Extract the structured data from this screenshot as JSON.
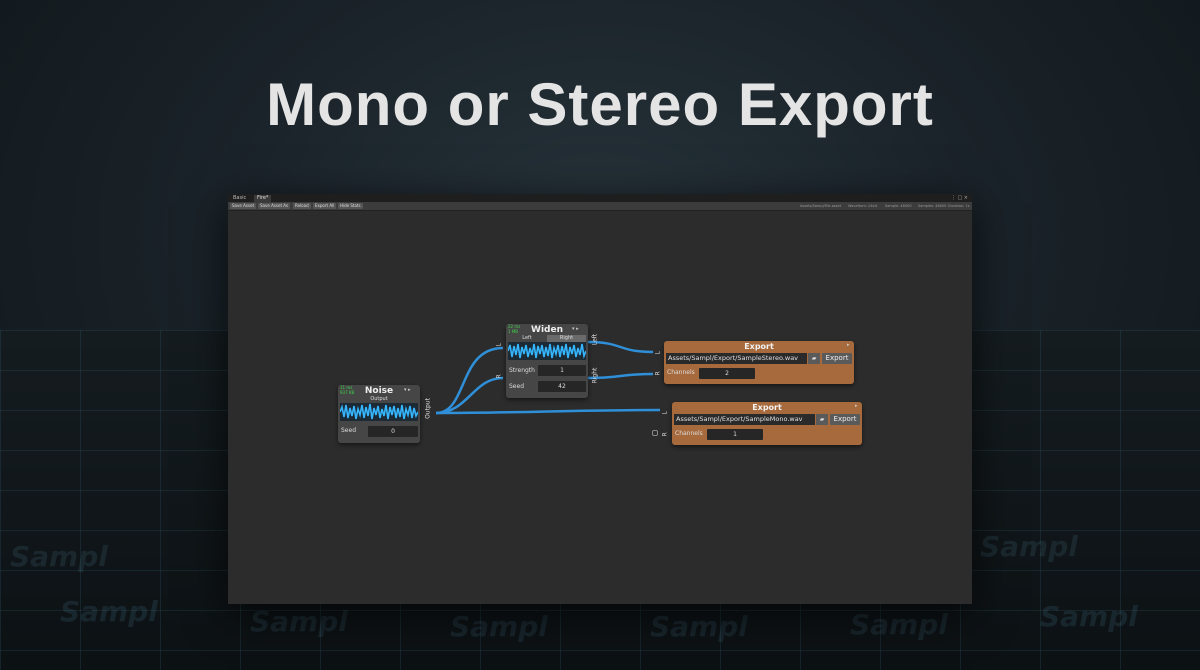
{
  "headline": "Mono or Stereo Export",
  "floor": {
    "watermark": "Sampl"
  },
  "window": {
    "tabs": [
      {
        "label": "Basic"
      },
      {
        "label": "Fire*"
      }
    ],
    "toolbar": {
      "buttons": [
        {
          "label": "Save Asset"
        },
        {
          "label": "Save Asset As"
        },
        {
          "label": "Reload"
        },
        {
          "label": "Export All"
        },
        {
          "label": "Hide Stats"
        }
      ],
      "stats": [
        "Assets/Sampl/File.asset",
        "Waveform: 24bit",
        "Sample: 48000",
        "Samples: 48000",
        "Duration: 1s"
      ]
    }
  },
  "nodes": {
    "noise": {
      "title": "Noise",
      "perf_time": "11 ms",
      "perf_mem": "937 KB",
      "output_tab": "Output",
      "seed_label": "Seed",
      "seed_value": "0",
      "output_port": "Output"
    },
    "widen": {
      "title": "Widen",
      "perf_time": "22 ms",
      "perf_mem": "1 MB",
      "tab_left": "Left",
      "tab_right": "Right",
      "strength_label": "Strength",
      "strength_value": "1",
      "seed_label": "Seed",
      "seed_value": "42",
      "in_l": "L",
      "in_r": "R",
      "out_left": "Left",
      "out_right": "Right"
    },
    "export_stereo": {
      "title": "Export",
      "path": "Assets/Sampl/Export/SampleStereo.wav",
      "button": "Export",
      "channels_label": "Channels",
      "channels_value": "2",
      "in_l": "L",
      "in_r": "R"
    },
    "export_mono": {
      "title": "Export",
      "path": "Assets/Sampl/Export/SampleMono.wav",
      "button": "Export",
      "channels_label": "Channels",
      "channels_value": "1",
      "in_l": "L",
      "in_r": "R"
    }
  },
  "colors": {
    "wire": "#2f8fd8",
    "export_node": "#a76a3d",
    "waveform": "#35b6ff",
    "perf_text": "#3fd34a"
  }
}
